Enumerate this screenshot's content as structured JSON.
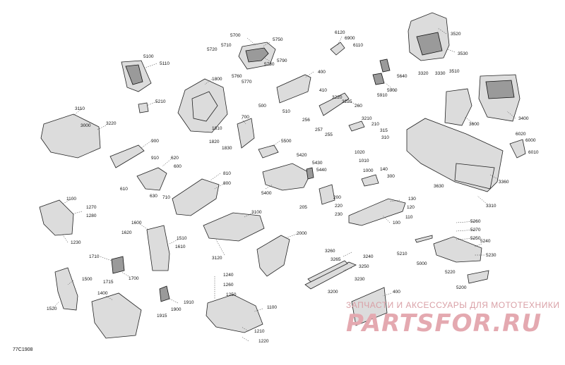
{
  "diagram_code": "77C1908",
  "watermark": {
    "tagline": "ЗАПЧАСТИ И АКСЕССУАРЫ ДЛЯ МОТОТЕХНИКИ",
    "brand": "PARTSFOR.RU"
  },
  "labels": [
    "5700",
    "5750",
    "5720",
    "5710",
    "5790",
    "5780",
    "5760",
    "5770",
    "6120",
    "6900",
    "6110",
    "3520",
    "3530",
    "3510",
    "3320",
    "3330",
    "3400",
    "5100",
    "5110",
    "1800",
    "400",
    "500",
    "510",
    "410",
    "3220",
    "3225",
    "260",
    "256",
    "257",
    "255",
    "3210",
    "210",
    "315",
    "310",
    "5640",
    "5900",
    "5910",
    "3600",
    "6020",
    "6000",
    "6010",
    "3360",
    "3110",
    "3000",
    "3220",
    "5210",
    "700",
    "1810",
    "1820",
    "1830",
    "900",
    "910",
    "620",
    "600",
    "610",
    "630",
    "710",
    "5500",
    "5420",
    "5430",
    "5440",
    "1020",
    "1010",
    "1000",
    "140",
    "300",
    "3630",
    "810",
    "800",
    "5400",
    "200",
    "205",
    "220",
    "230",
    "130",
    "120",
    "110",
    "100",
    "3310",
    "1100",
    "1270",
    "1280",
    "1230",
    "1600",
    "1620",
    "1510",
    "1610",
    "3100",
    "2000",
    "3120",
    "1710",
    "1715",
    "1700",
    "5260",
    "5270",
    "5250",
    "5240",
    "5210",
    "5000",
    "5230",
    "5220",
    "5200",
    "1500",
    "1520",
    "1400",
    "1240",
    "1260",
    "1250",
    "1900",
    "1910",
    "1915",
    "3260",
    "3265",
    "3240",
    "3250",
    "3230",
    "3200",
    "400",
    "1100",
    "1210",
    "1220"
  ]
}
